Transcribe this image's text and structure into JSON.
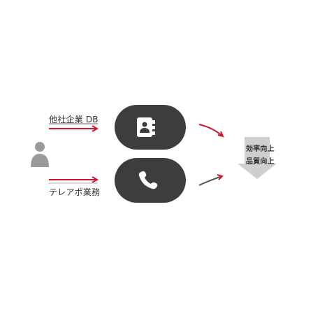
{
  "labels": {
    "competitor_db": "他社企業 DB",
    "teleapo": "テレアポ業務",
    "efficiency_up": "効率向上",
    "quality_up": "品質向上"
  },
  "colors": {
    "pill": "#3d3d3d",
    "arrow_red": "#d01530",
    "arrow_gray": "#555555",
    "person": "#9a9a9a",
    "down_arrow": "#cfcfcf",
    "label_line": "#b0b0b0"
  },
  "icons": {
    "top_pill": "address-book-icon",
    "bottom_pill": "phone-icon",
    "person": "person-icon",
    "outcome": "down-arrow-icon"
  }
}
